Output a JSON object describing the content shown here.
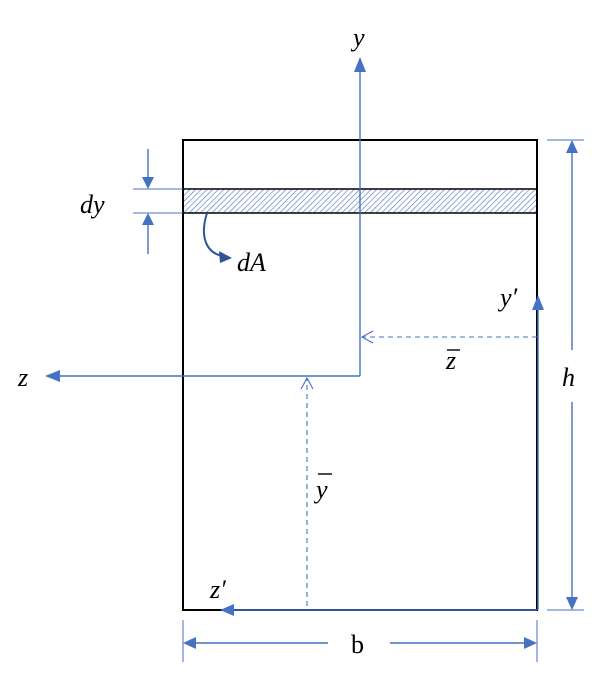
{
  "labels": {
    "y": "y",
    "z": "z",
    "dy": "dy",
    "dA": "dA",
    "y_prime": "y′",
    "z_prime": "z′",
    "z_bar": "z",
    "y_bar": "y",
    "h": "h",
    "b": "b"
  },
  "colors": {
    "axis": "#4472c4",
    "axis_dark": "#2f5597",
    "outline": "#000000",
    "hatch": "#4472c4"
  }
}
